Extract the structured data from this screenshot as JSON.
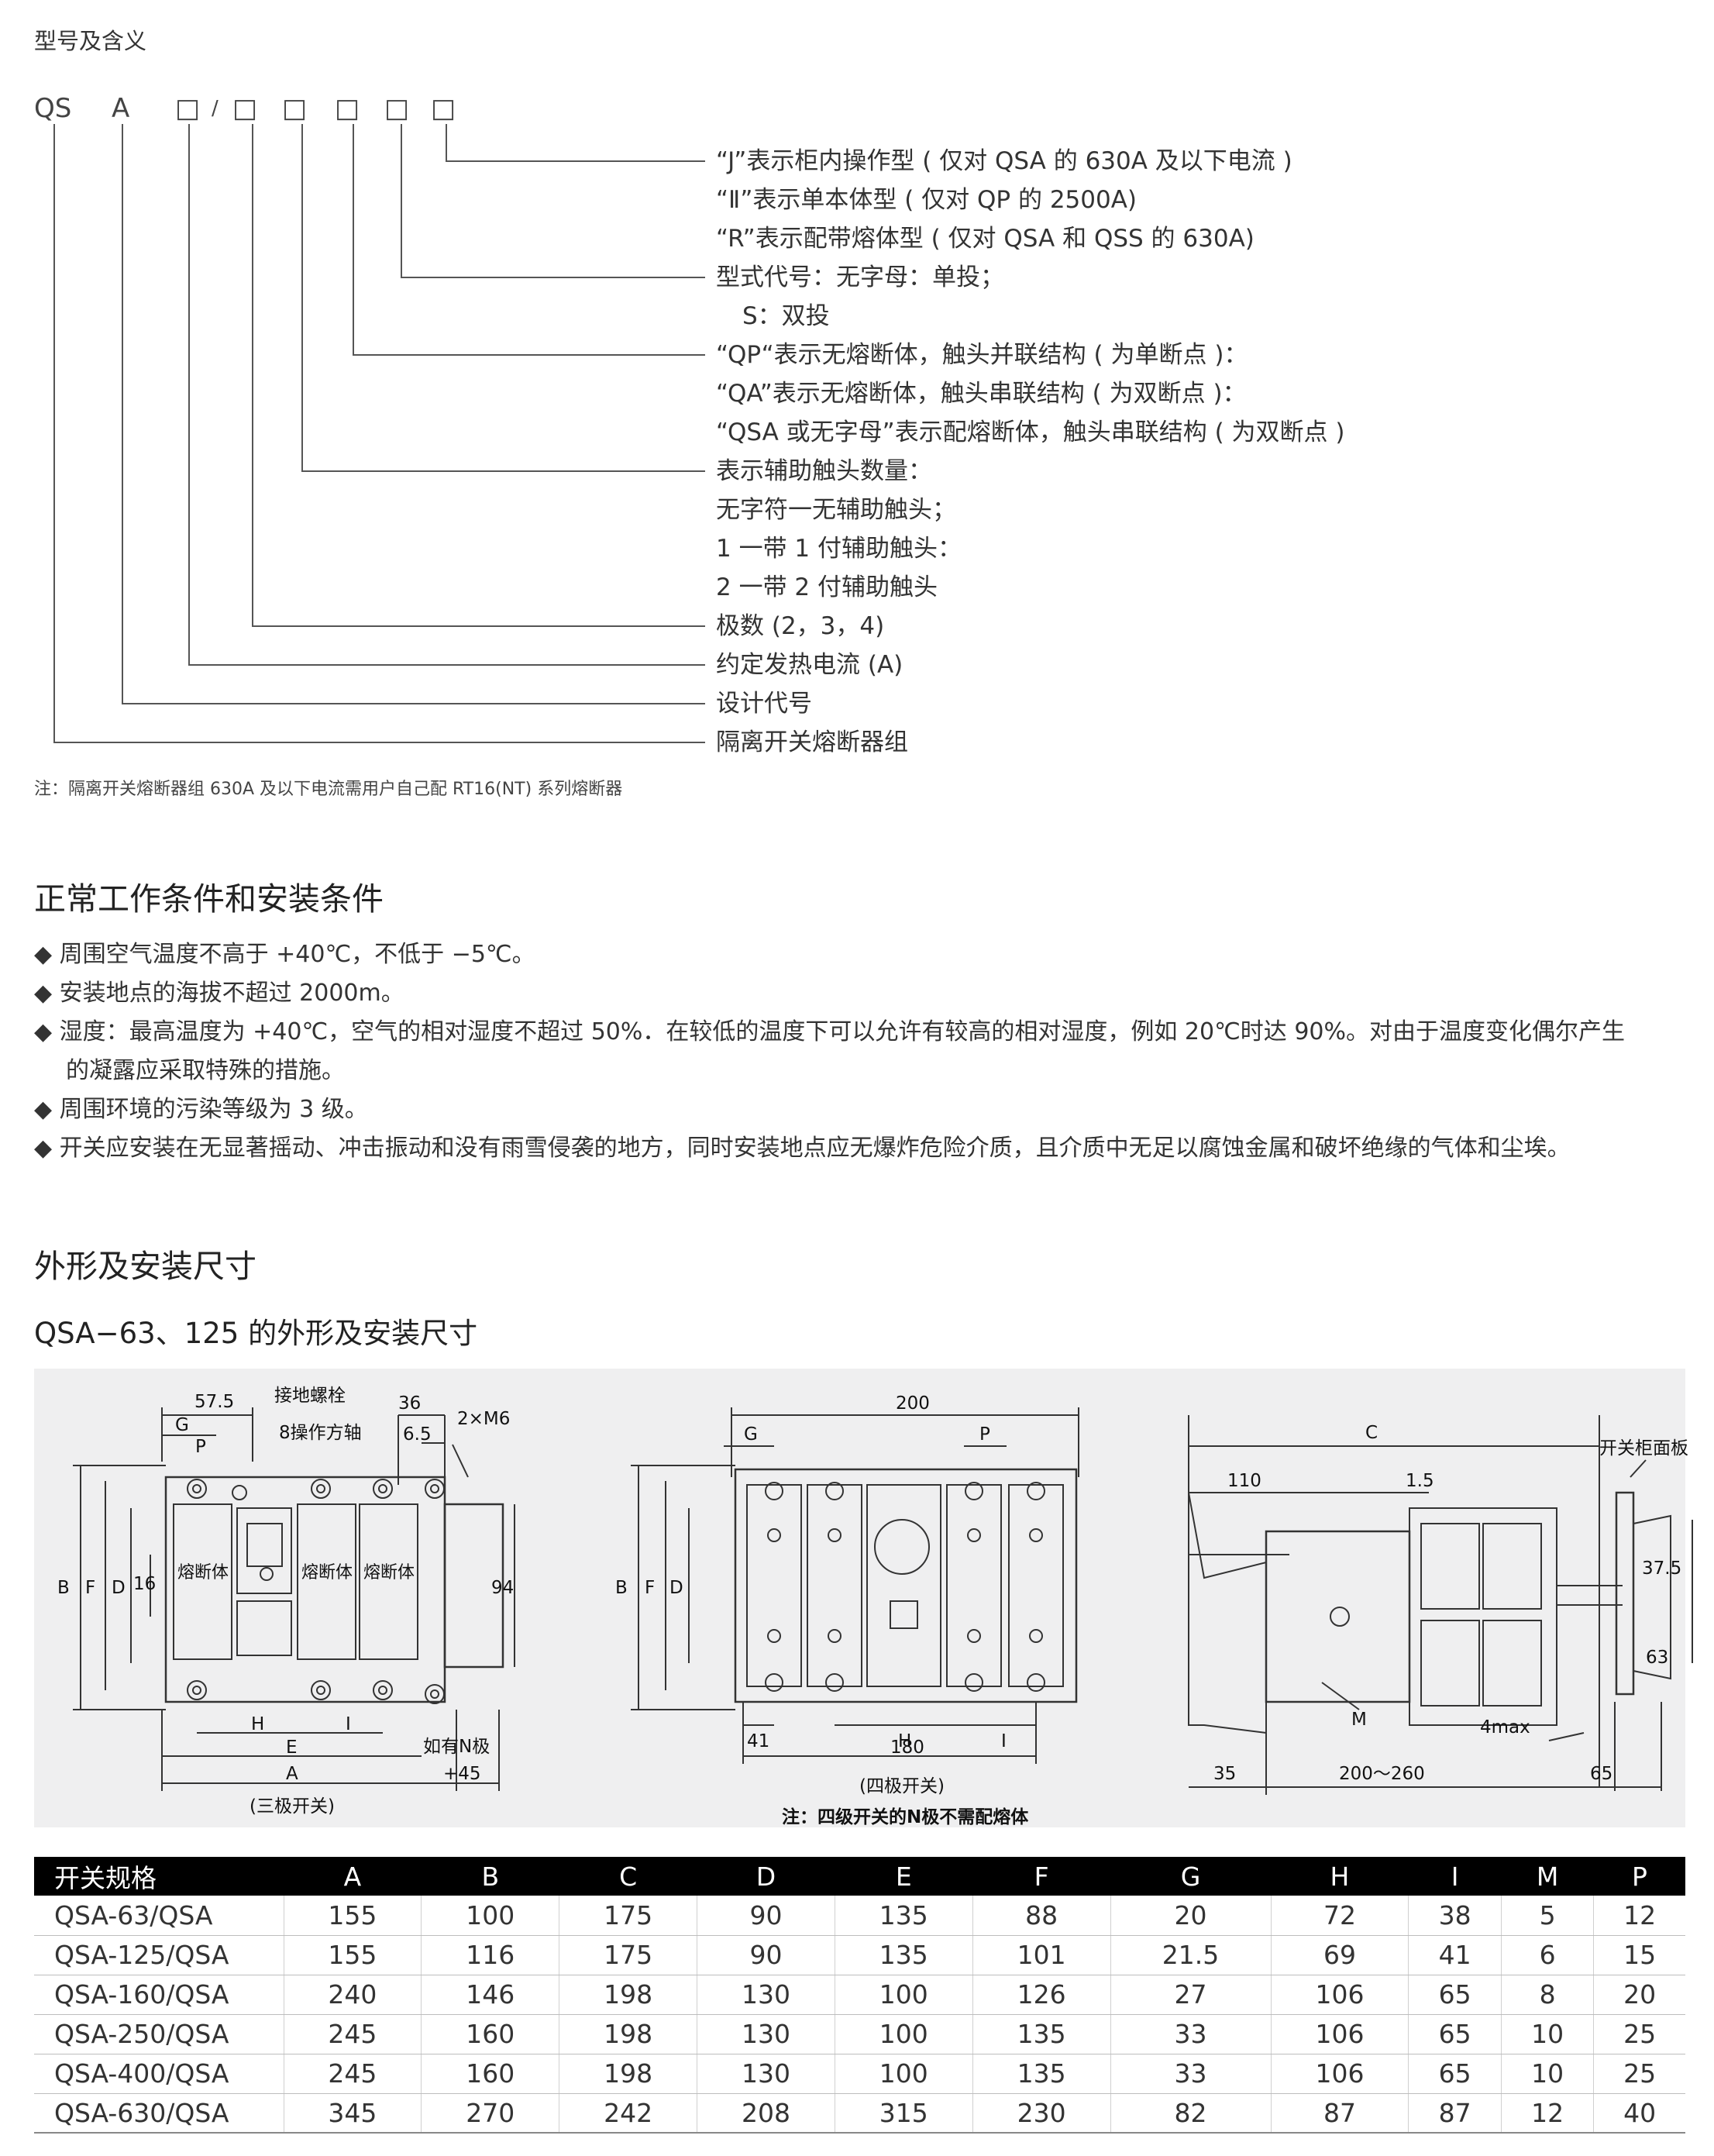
{
  "model_section": {
    "title": "型号及含义",
    "code_parts": [
      "QS",
      "A",
      "□",
      "/",
      "□",
      "□",
      "□",
      "□",
      "□"
    ],
    "labels": [
      "“J”表示柜内操作型 ( 仅对 QSA 的 630A 及以下电流 )",
      "“Ⅱ”表示单本体型 ( 仅对 QP 的 2500A)",
      "“R”表示配带熔体型 ( 仅对 QSA 和 QSS 的 630A)",
      "型式代号：无字母：单投；",
      "S：双投",
      "“QP“表示无熔断体，触头并联结构 ( 为单断点 )：",
      "“QA”表示无熔断体，触头串联结构 ( 为双断点 )：",
      "“QSA 或无字母”表示配熔断体，触头串联结构 ( 为双断点 )",
      "表示辅助触头数量：",
      "无字符一无辅助触头；",
      "1 一带 1 付辅助触头：",
      "2 一带 2 付辅助触头",
      "极数 (2，3，4)",
      "约定发热电流 (A)",
      "设计代号",
      "隔离开关熔断器组"
    ],
    "note": "注：隔离开关熔断器组 630A 及以下电流需用户自己配 RT16(NT) 系列熔断器"
  },
  "conditions_section": {
    "title": "正常工作条件和安装条件",
    "bullets": [
      "周围空气温度不高于 +40℃，不低于 −5℃。",
      "安装地点的海拔不超过 2000m。",
      "湿度：最高温度为 +40℃，空气的相对湿度不超过 50%．在较低的温度下可以允许有较高的相对湿度，例如 20℃时达 90%。对由于温度变化偶尔产生",
      "的凝露应采取特殊的措施。",
      "周围环境的污染等级为 3 级。",
      "开关应安装在无显著摇动、冲击振动和没有雨雪侵袭的地方，同时安装地点应无爆炸危险介质，且介质中无足以腐蚀金属和破坏绝缘的气体和尘埃。"
    ],
    "bullet_symbol": "◆"
  },
  "dimensions_section": {
    "title": "外形及安装尺寸",
    "subtitle": "QSA−63、125 的外形及安装尺寸",
    "drawing1": {
      "caption": "(三极开关)",
      "labels": {
        "d57": "57.5",
        "ground": "接地螺栓",
        "d36": "36",
        "op": "8操作方轴",
        "d65": "6.5",
        "m6": "2×M6",
        "G": "G",
        "P": "P",
        "B": "B",
        "F": "F",
        "D": "D",
        "d16": "16",
        "d94": "94",
        "H": "H",
        "I": "I",
        "E": "E",
        "A": "A",
        "nPole": "如有N极",
        "plus45": "+45",
        "fuse": "熔断体"
      }
    },
    "drawing2": {
      "caption": "(四极开关)",
      "note": "注：四级开关的N极不需配熔体",
      "labels": {
        "d200": "200",
        "G": "G",
        "P": "P",
        "B": "B",
        "F": "F",
        "D": "D",
        "d41": "41",
        "H": "H",
        "I": "I",
        "d180": "180"
      }
    },
    "drawing3": {
      "labels": {
        "C": "C",
        "panel": "开关柜面板",
        "d110": "110",
        "d15": "1.5",
        "d375": "37.5",
        "d63": "63",
        "M": "M",
        "max4": "4max",
        "d35": "35",
        "range": "200～260",
        "d65": "65"
      }
    }
  },
  "spec_table": {
    "headers": [
      "开关规格",
      "A",
      "B",
      "C",
      "D",
      "E",
      "F",
      "G",
      "H",
      "I",
      "M",
      "P"
    ],
    "rows": [
      [
        "QSA-63/QSA",
        "155",
        "100",
        "175",
        "90",
        "135",
        "88",
        "20",
        "72",
        "38",
        "5",
        "12"
      ],
      [
        "QSA-125/QSA",
        "155",
        "116",
        "175",
        "90",
        "135",
        "101",
        "21.5",
        "69",
        "41",
        "6",
        "15"
      ],
      [
        "QSA-160/QSA",
        "240",
        "146",
        "198",
        "130",
        "100",
        "126",
        "27",
        "106",
        "65",
        "8",
        "20"
      ],
      [
        "QSA-250/QSA",
        "245",
        "160",
        "198",
        "130",
        "100",
        "135",
        "33",
        "106",
        "65",
        "10",
        "25"
      ],
      [
        "QSA-400/QSA",
        "245",
        "160",
        "198",
        "130",
        "100",
        "135",
        "33",
        "106",
        "65",
        "10",
        "25"
      ],
      [
        "QSA-630/QSA",
        "345",
        "270",
        "242",
        "208",
        "315",
        "230",
        "82",
        "87",
        "87",
        "12",
        "40"
      ]
    ]
  }
}
